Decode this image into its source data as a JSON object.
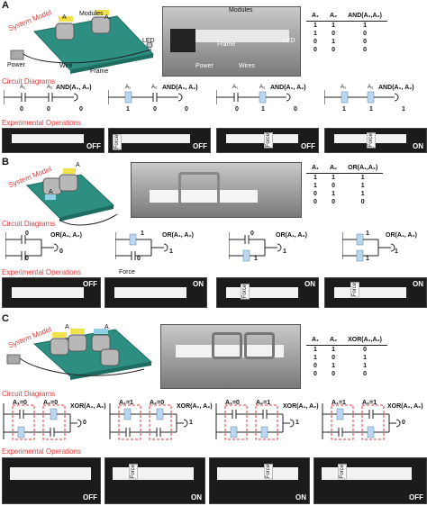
{
  "A": {
    "letter": "A",
    "system_model_label": "System Model",
    "model_labels": {
      "modules": "Modules",
      "led": "LED",
      "a1": "A",
      "a2": "A",
      "power": "Power",
      "wire": "Wire",
      "frame": "Frame"
    },
    "photo_labels": {
      "modules": "Modules",
      "frame": "Frame",
      "led": "LED",
      "power": "Power",
      "wires": "Wires"
    },
    "truth_table": {
      "headers": [
        "A₁",
        "A₂",
        "AND(A₁,A₂)"
      ],
      "rows": [
        [
          "1",
          "1",
          "1"
        ],
        [
          "1",
          "0",
          "0"
        ],
        [
          "0",
          "1",
          "0"
        ],
        [
          "0",
          "0",
          "0"
        ]
      ]
    },
    "circuit_label": "Circuit Diagrams",
    "circuits": [
      {
        "gate": "AND(A₁, A₂)",
        "a1": "0",
        "a2": "0",
        "out": "0"
      },
      {
        "gate": "AND(A₁, A₂)",
        "a1": "1",
        "a2": "0",
        "out": "0"
      },
      {
        "gate": "AND(A₁, A₂)",
        "a1": "0",
        "a2": "1",
        "out": "0"
      },
      {
        "gate": "AND(A₁, A₂)",
        "a1": "1",
        "a2": "1",
        "out": "1"
      }
    ],
    "ops_label": "Experimental Operations",
    "ops": [
      {
        "state": "OFF",
        "force": ""
      },
      {
        "state": "OFF",
        "force": "Force"
      },
      {
        "state": "OFF",
        "force": "Force"
      },
      {
        "state": "ON",
        "force": "Force"
      }
    ]
  },
  "B": {
    "letter": "B",
    "system_model_label": "System Model",
    "model_labels": {
      "a1": "A",
      "a2": "A"
    },
    "truth_table": {
      "headers": [
        "A₁",
        "A₂",
        "OR(A₁,A₂)"
      ],
      "rows": [
        [
          "1",
          "1",
          "1"
        ],
        [
          "1",
          "0",
          "1"
        ],
        [
          "0",
          "1",
          "1"
        ],
        [
          "0",
          "0",
          "0"
        ]
      ]
    },
    "circuit_label": "Circuit Diagrams",
    "circuits": [
      {
        "gate": "OR(A₁, A₂)",
        "a1": "0",
        "a2": "0",
        "out": "0"
      },
      {
        "gate": "OR(A₁, A₂)",
        "a1": "1",
        "a2": "0",
        "out": "1"
      },
      {
        "gate": "OR(A₁, A₂)",
        "a1": "0",
        "a2": "1",
        "out": "1"
      },
      {
        "gate": "OR(A₁, A₂)",
        "a1": "1",
        "a2": "1",
        "out": "1"
      }
    ],
    "ops_label": "Experimental Operations",
    "ops": [
      {
        "state": "OFF",
        "force": ""
      },
      {
        "state": "ON",
        "force": "Force"
      },
      {
        "state": "ON",
        "force": "Force"
      },
      {
        "state": "ON",
        "force": "Force"
      }
    ]
  },
  "C": {
    "letter": "C",
    "system_model_label": "System Model",
    "model_labels": {
      "a1": "A",
      "a2": "A"
    },
    "truth_table": {
      "headers": [
        "A₁",
        "A₂",
        "XOR(A₁,A₂)"
      ],
      "rows": [
        [
          "1",
          "1",
          "0"
        ],
        [
          "1",
          "0",
          "1"
        ],
        [
          "0",
          "1",
          "1"
        ],
        [
          "0",
          "0",
          "0"
        ]
      ]
    },
    "circuit_label": "Circuit Diagrams",
    "circuits": [
      {
        "gate": "XOR(A₁, A₂)",
        "a1": "A₁=0",
        "a2": "A₂=0",
        "out": "0"
      },
      {
        "gate": "XOR(A₁, A₂)",
        "a1": "A₁=1",
        "a2": "A₂=0",
        "out": "1"
      },
      {
        "gate": "XOR(A₁, A₂)",
        "a1": "A₁=0",
        "a2": "A₂=1",
        "out": "1"
      },
      {
        "gate": "XOR(A₁, A₂)",
        "a1": "A₁=1",
        "a2": "A₂=1",
        "out": "0"
      }
    ],
    "ops_label": "Experimental Operations",
    "ops": [
      {
        "state": "OFF",
        "force": ""
      },
      {
        "state": "ON",
        "force": "Force"
      },
      {
        "state": "ON",
        "force": "Force"
      },
      {
        "state": "OFF",
        "force": "Force"
      }
    ]
  }
}
